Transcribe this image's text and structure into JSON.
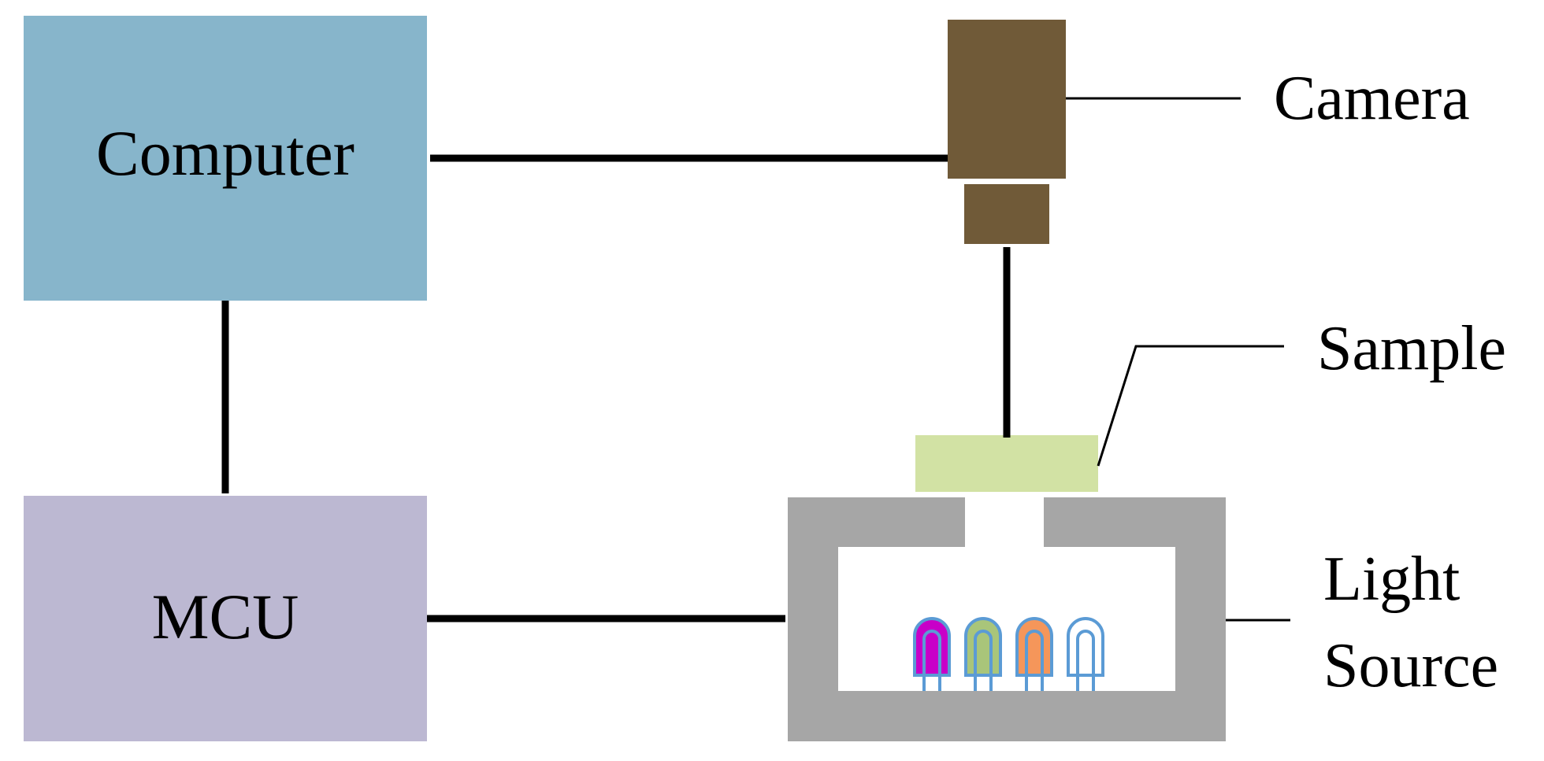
{
  "nodes": {
    "computer": {
      "label": "Computer",
      "color": "#87b5cb"
    },
    "mcu": {
      "label": "MCU",
      "color": "#bcb8d2"
    },
    "camera": {
      "label": "Camera",
      "color": "#705a38"
    },
    "sample": {
      "label": "Sample",
      "color": "#d2e2a4"
    },
    "light_source": {
      "label_line1": "Light",
      "label_line2": "Source",
      "color": "#a6a6a6"
    }
  },
  "leds": [
    {
      "color": "magenta",
      "fill": "#c800c8"
    },
    {
      "color": "green",
      "fill": "#a9c57a"
    },
    {
      "color": "orange",
      "fill": "#f5965a"
    },
    {
      "color": "white",
      "fill": "#ffffff"
    }
  ],
  "led_outline_color": "#5b9bd5",
  "edges": [
    {
      "from": "camera",
      "to": "computer"
    },
    {
      "from": "computer",
      "to": "mcu"
    },
    {
      "from": "mcu",
      "to": "light_source"
    },
    {
      "from": "sample",
      "to": "camera"
    }
  ]
}
